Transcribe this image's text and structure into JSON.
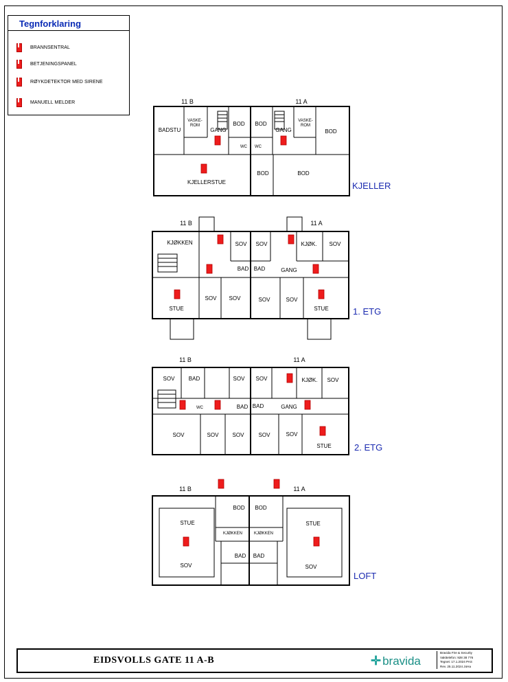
{
  "legend": {
    "title": "Tegnforklaring",
    "items": [
      {
        "label": "BRANNSENTRAL",
        "icon": "fire-alarm-central-icon"
      },
      {
        "label": "BETJENINGSPANEL",
        "icon": "control-panel-icon"
      },
      {
        "label": "RØYKDETEKTOR MED SIRENE",
        "icon": "smoke-detector-siren-icon"
      },
      {
        "label": "MANUELL MELDER",
        "icon": "manual-call-point-icon"
      }
    ]
  },
  "colors": {
    "device": "#ee1c1c",
    "floor_label": "#1a2ab0",
    "title": "#0a2bb5",
    "brand": "#1a8f86"
  },
  "floors": [
    {
      "name": "KJELLER",
      "units": [
        "11 B",
        "11 A"
      ],
      "rooms": [
        "BADSTU",
        "VASKE-",
        "ROM",
        "GANG",
        "BOD",
        "BOD",
        "GANG",
        "VASKE-",
        "ROM",
        "BOD",
        "WC",
        "WC",
        "KJELLERSTUE",
        "BOD",
        "BOD"
      ]
    },
    {
      "name": "1. ETG",
      "units": [
        "11 B",
        "11 A"
      ],
      "rooms": [
        "KJØKKEN",
        "SOV",
        "SOV",
        "KJØK.",
        "SOV",
        "BAD",
        "BAD",
        "GANG",
        "SOV",
        "SOV",
        "SOV",
        "SOV",
        "STUE",
        "STUE"
      ]
    },
    {
      "name": "2. ETG",
      "units": [
        "11 B",
        "11 A"
      ],
      "rooms": [
        "SOV",
        "BAD",
        "SOV",
        "SOV",
        "KJØK.",
        "SOV",
        "WC",
        "BAD",
        "BAD",
        "GANG",
        "SOV",
        "SOV",
        "SOV",
        "SOV",
        "SOV",
        "STUE"
      ]
    },
    {
      "name": "LOFT",
      "units": [
        "11 B",
        "11 A"
      ],
      "rooms": [
        "BOD",
        "BOD",
        "STUE",
        "STUE",
        "KJØKKEN",
        "KJØKKEN",
        "SOV",
        "SOV",
        "BAD",
        "BAD"
      ]
    }
  ],
  "titleblock": {
    "title": "EIDSVOLLS GATE 11 A-B",
    "brand": "bravida",
    "company": "Bravida Fire & Security",
    "phone": "Vakttelefon: 928 38 776",
    "drawn": "Tegnet: 17.1.2024 PAS",
    "rev": "Rev. 25.11.2024 JoHa"
  }
}
